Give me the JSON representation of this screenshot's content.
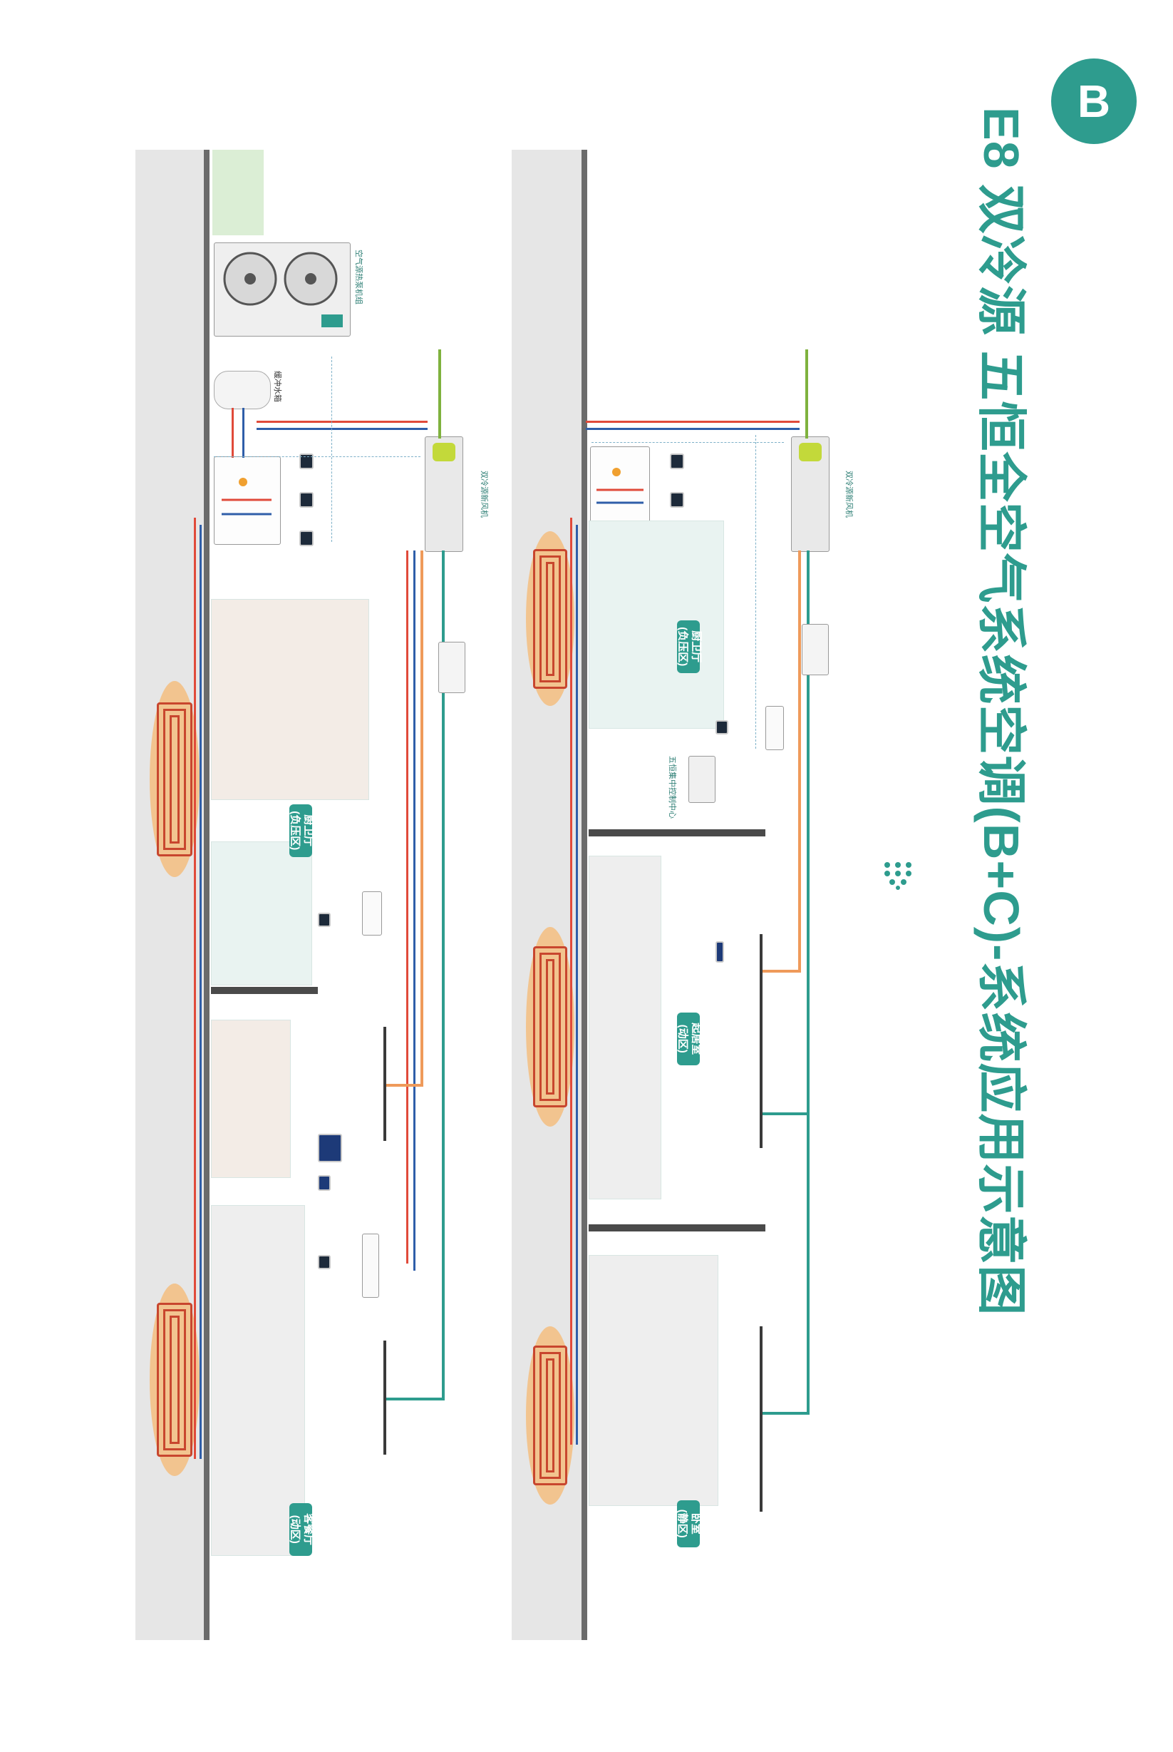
{
  "badge": "B",
  "title": "E8 双冷源 五恒全空气系统空调(B+C)-系统应用示意图",
  "colors": {
    "accent": "#2e9c8e",
    "supply_pipe": "#e04a3a",
    "return_pipe": "#2f5ea9",
    "duct": "#2e9c8e",
    "floor_heating": "#c8462e"
  },
  "floors": {
    "lower": {
      "rooms": [
        {
          "label": "厨卫厅\n(负压区)"
        },
        {
          "label": "客餐厅\n(动区)"
        }
      ],
      "equipment": {
        "outdoor_unit": "空气源热泵机组",
        "water_tank": "缓冲水箱",
        "fresh_air_unit": "双冷源新风机"
      }
    },
    "upper": {
      "rooms": [
        {
          "label": "厨卫厅\n(负压区)"
        },
        {
          "label": "起居室\n(动区)"
        },
        {
          "label": "卧室\n(静区)"
        }
      ],
      "equipment": {
        "fresh_air_unit": "双冷源新风机",
        "control_center": "五恒集中控制中心"
      }
    }
  }
}
